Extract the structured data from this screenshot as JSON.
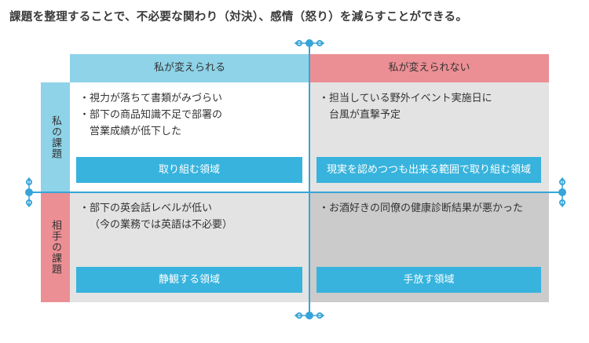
{
  "title": "課題を整理することで、不必要な関わり（対決）、感情（怒り）を減らすことができる。",
  "columns": {
    "changeable": "私が変えられる",
    "unchangeable": "私が変えられない"
  },
  "rows": {
    "mine": "私の課題",
    "theirs": "相手の課題"
  },
  "quadrants": {
    "top_left": {
      "items": [
        {
          "bullet": "・",
          "text": "視力が落ちて書類がみづらい"
        },
        {
          "bullet": "・",
          "text": "部下の商品知識不足で部署の"
        },
        {
          "bullet": "",
          "text": "営業成績が低下した"
        }
      ],
      "button": "取り組む領域"
    },
    "top_right": {
      "items": [
        {
          "bullet": "・",
          "text": "担当している野外イベント実施日に"
        },
        {
          "bullet": "",
          "text": "台風が直撃予定"
        }
      ],
      "button": "現実を認めつつも出来る範囲で取り組む領域"
    },
    "bottom_left": {
      "items": [
        {
          "bullet": "・",
          "text": "部下の英会話レベルが低い"
        },
        {
          "bullet": "",
          "text": "（今の業務では英語は不必要）"
        }
      ],
      "button": "静観する領域"
    },
    "bottom_right": {
      "items": [
        {
          "bullet": "・",
          "text": "お酒好きの同僚の健康診断結果が悪かった"
        }
      ],
      "button": "手放す領域"
    }
  },
  "colors": {
    "header_blue": "#8ed3e8",
    "header_pink": "#ec8f94",
    "cell_white": "#ffffff",
    "cell_light_gray": "#e3e3e3",
    "cell_dark_gray": "#cbcbcb",
    "button_blue": "#37b3dd",
    "axis_blue": "#37a4d8"
  }
}
